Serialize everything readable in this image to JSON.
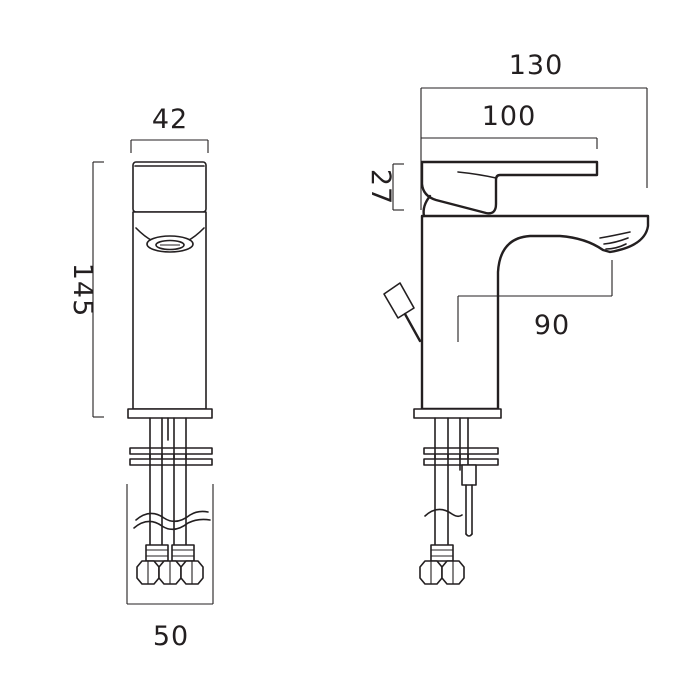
{
  "dimensions": {
    "front_width": "42",
    "front_height": "145",
    "base_width": "50",
    "overall_length": "130",
    "handle_length": "100",
    "handle_height": "27",
    "spout_projection": "90"
  },
  "colors": {
    "line": "#231f20",
    "background": "#ffffff"
  }
}
